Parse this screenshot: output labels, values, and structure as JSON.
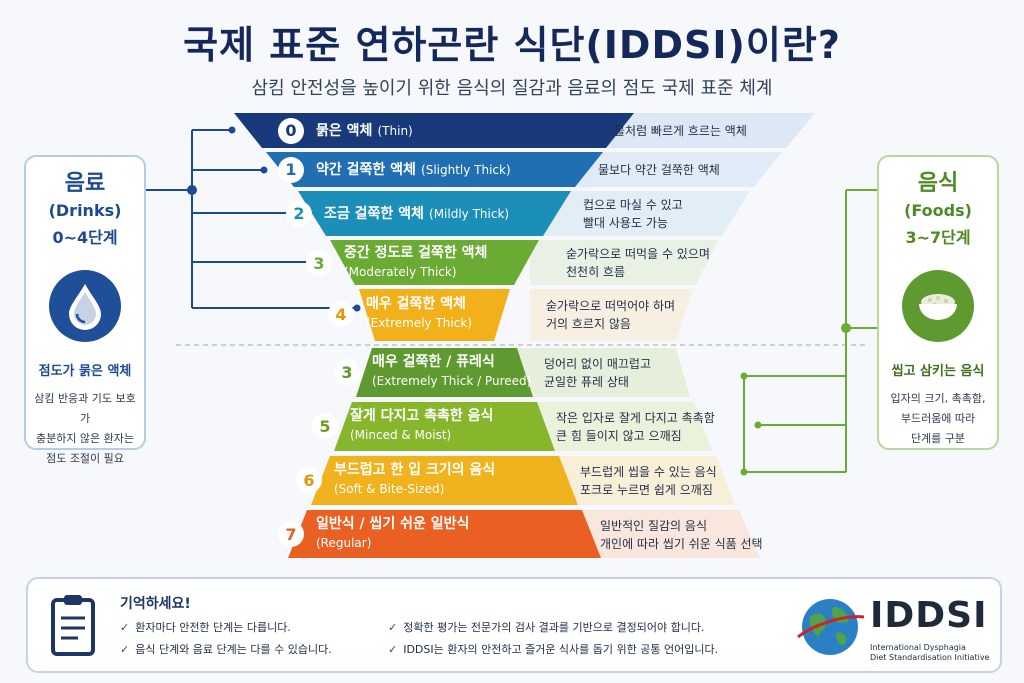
{
  "title": "국제 표준 연하곤란 식단(IDDSI)이란?",
  "subtitle": "삼킴 안전성을 높이기 위한 음식의 질감과 음료의 점도 국제 표준 체계",
  "drinks": {
    "title": "음료",
    "en": "(Drinks)",
    "range": "0~4단계",
    "icon": "water-drop-icon",
    "heading": "점도가 묽은 액체",
    "desc": [
      "삼킴 반응과 기도 보호가",
      "충분하지 않은 환자는",
      "점도 조절이 필요"
    ]
  },
  "foods": {
    "title": "음식",
    "en": "(Foods)",
    "range": "3~7단계",
    "icon": "food-bowl-icon",
    "heading": "씹고 삼키는 음식",
    "desc": [
      "입자의 크기, 촉촉함,",
      "부드러움에 따라",
      "단계를 구분"
    ]
  },
  "drink_levels": [
    {
      "num": "0",
      "ko": "묽은 액체",
      "en": "(Thin)",
      "color": "#183a7a",
      "desc": [
        "물처럼 빠르게 흐르는 액체"
      ]
    },
    {
      "num": "1",
      "ko": "약간 걸쭉한 액체",
      "en": "(Slightly Thick)",
      "color": "#1f6fb2",
      "desc": [
        "물보다 약간 걸쭉한 액체"
      ]
    },
    {
      "num": "2",
      "ko": "조금 걸쭉한 액체",
      "en": "(Mildly Thick)",
      "color": "#1b8fb8",
      "desc": [
        "컵으로 마실 수 있고",
        "빨대 사용도 가능"
      ]
    },
    {
      "num": "3",
      "ko": "중간 정도로 걸쭉한 액체",
      "en": "(Moderately Thick)",
      "color": "#6aab34",
      "desc": [
        "숟가락으로 떠먹을 수 있으며",
        "천천히 흐름"
      ]
    },
    {
      "num": "4",
      "ko": "매우 걸쭉한 액체",
      "en": "(Extremely Thick)",
      "color": "#f2b01b",
      "desc": [
        "숟가락으로 떠먹어야 하며",
        "거의 흐르지 않음"
      ]
    }
  ],
  "food_levels": [
    {
      "num": "3",
      "ko": "매우 걸쭉한 / 퓨레식",
      "en": "(Extremely Thick / Pureed)",
      "color": "#5e9a2f",
      "desc": [
        "덩어리 없이 매끄럽고",
        "균일한 퓨레 상태"
      ]
    },
    {
      "num": "5",
      "ko": "잘게 다지고 촉촉한 음식",
      "en": "(Minced & Moist)",
      "color": "#87b62d",
      "desc": [
        "작은 입자로 잘게 다지고 촉촉함",
        "큰 힘 들이지 않고 으깨짐"
      ]
    },
    {
      "num": "6",
      "ko": "부드럽고 한 입 크기의 음식",
      "en": "(Soft & Bite-Sized)",
      "color": "#f0b21d",
      "desc": [
        "부드럽게 씹을 수 있는 음식",
        "포크로 누르면 쉽게 으깨짐"
      ]
    },
    {
      "num": "7",
      "ko": "일반식 / 씹기 쉬운 일반식",
      "en": "(Regular)",
      "color": "#ea5f22",
      "desc": [
        "일반적인 질감의 음식",
        "개인에 따라 씹기 쉬운 식품 선택"
      ]
    }
  ],
  "remember": {
    "title": "기억하세요!",
    "icon": "clipboard-icon",
    "check": "✓",
    "tips": [
      "환자마다 안전한 단계는 다릅니다.",
      "음식 단계와 음료 단계는 다를 수 있습니다.",
      "정확한 평가는 전문가의 검사 결과를 기반으로 결정되어야 합니다.",
      "IDDSI는 환자의 안전하고 즐거운 식사를 돕기 위한 공통 언어입니다."
    ]
  },
  "logo": {
    "word": "IDDSI",
    "sub": [
      "International Dysphagia",
      "Diet Standardisation Initiative"
    ]
  }
}
